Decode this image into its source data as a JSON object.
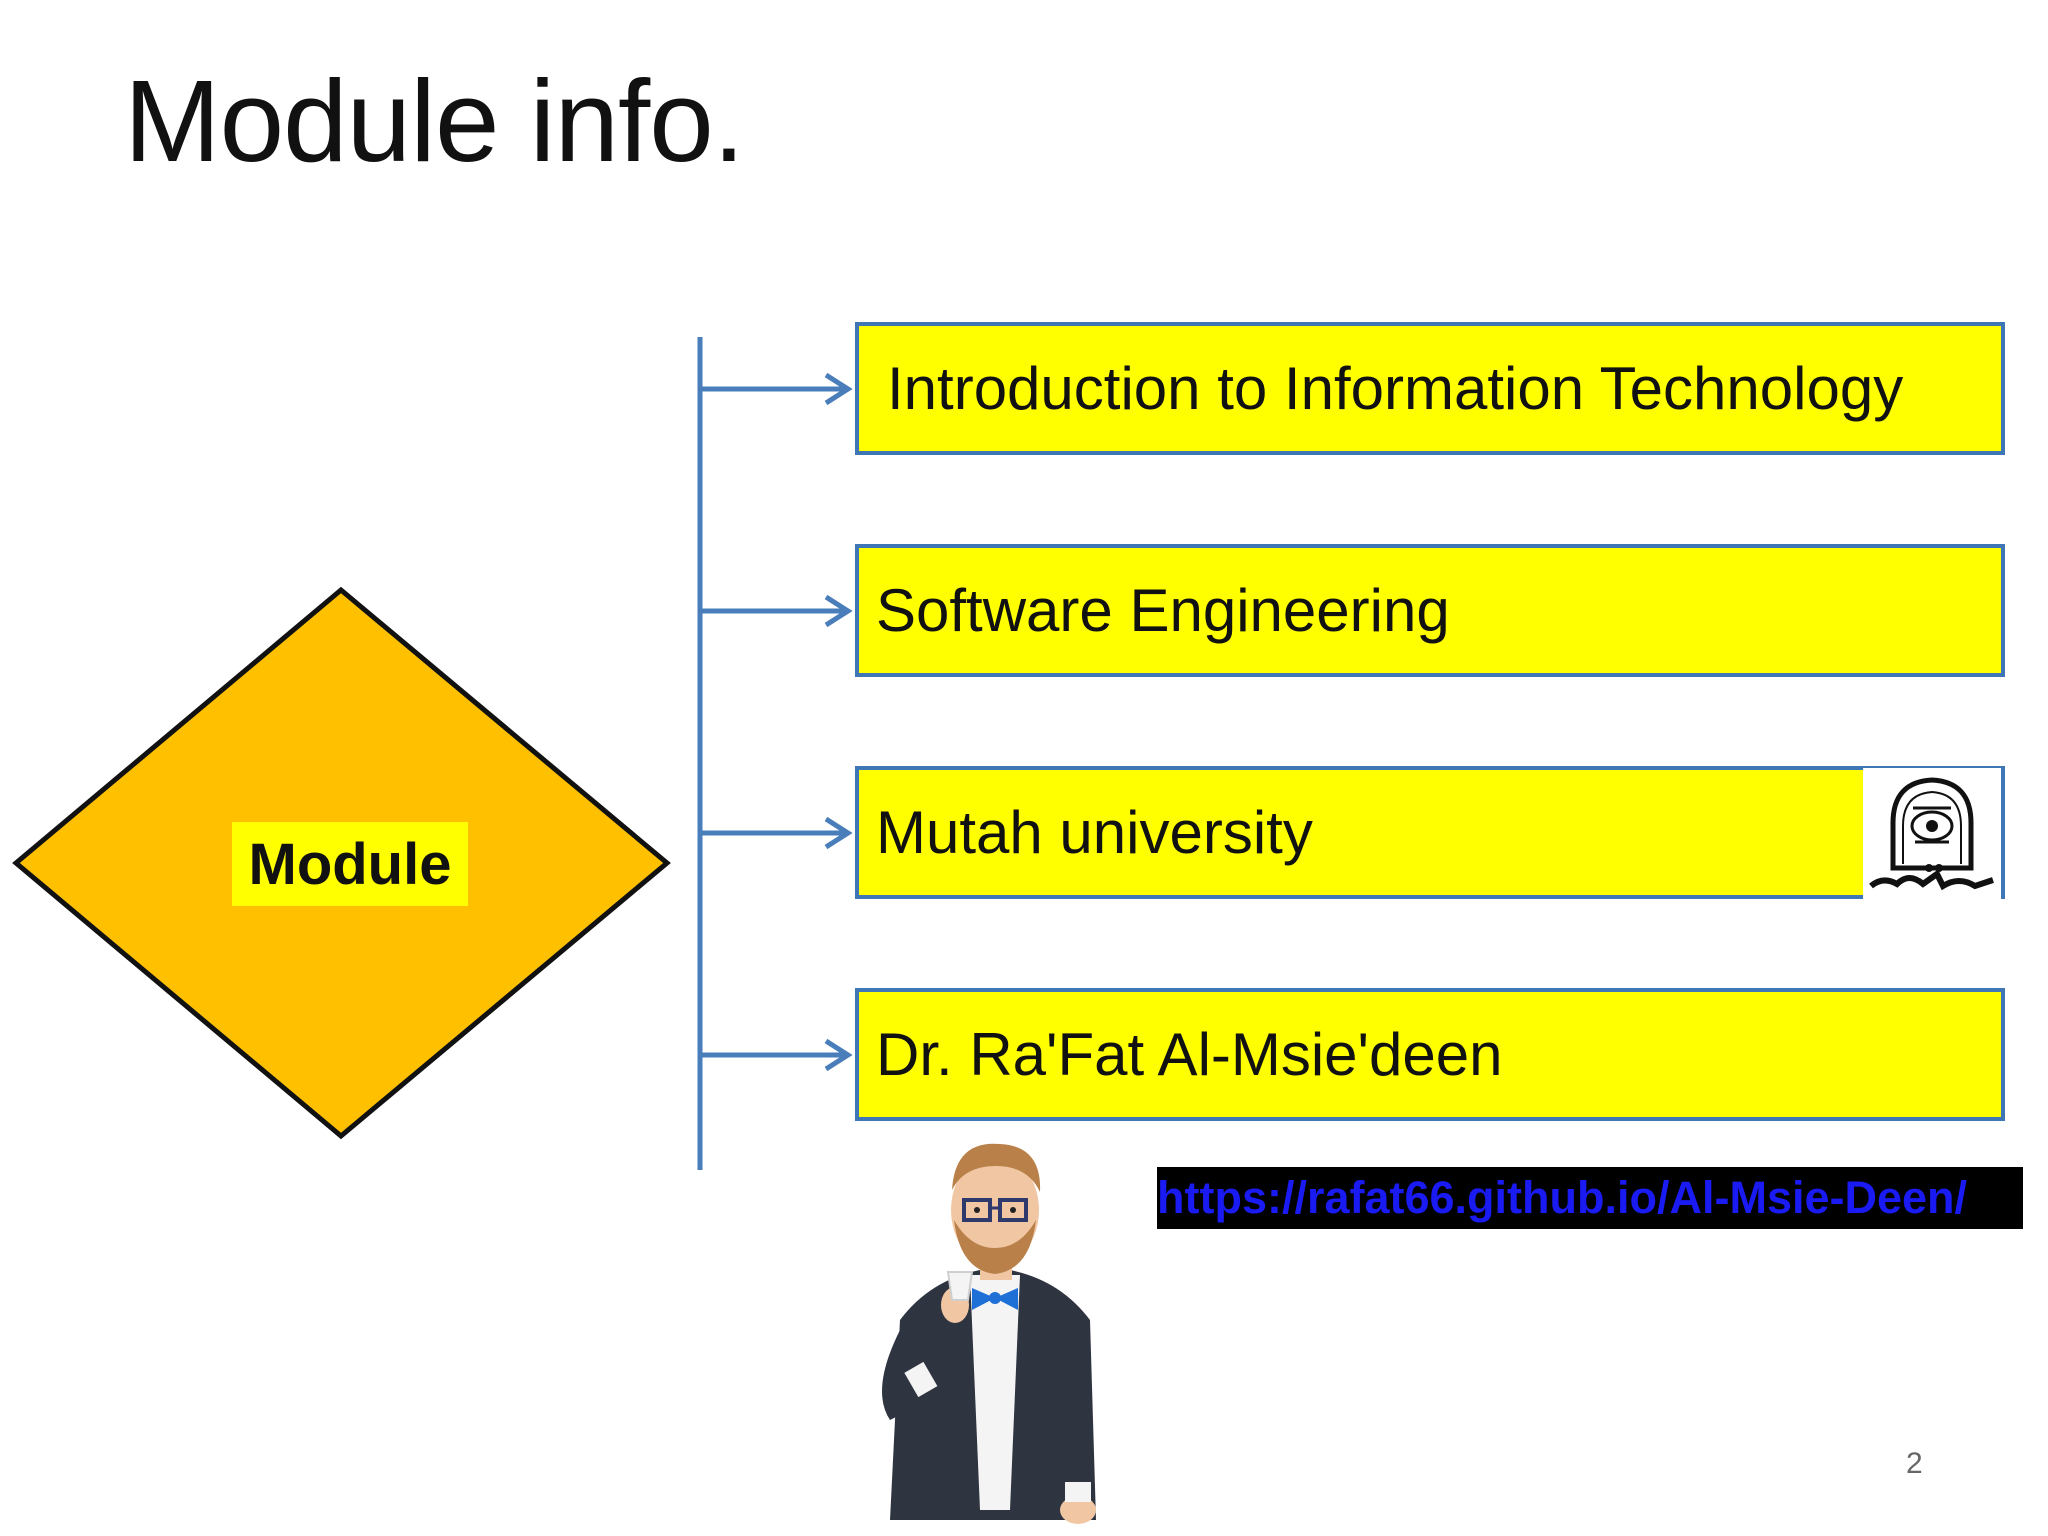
{
  "slide": {
    "title": "Module info.",
    "page_number": "2"
  },
  "diagram": {
    "root": {
      "label": "Module",
      "fill": "#ffc000"
    },
    "items": [
      {
        "label": "Introduction to Information Technology"
      },
      {
        "label": "Software Engineering"
      },
      {
        "label": "Mutah university",
        "icon": "university-seal-logo"
      },
      {
        "label": "Dr. Ra'Fat Al-Msie'deen"
      }
    ],
    "box_fill": "#ffff00",
    "box_border": "#3e76b6",
    "connector_color": "#4a7ebb"
  },
  "footer": {
    "url": "https://rafat66.github.io/Al-Msie-Deen/",
    "avatar": "presenter-cartoon-icon"
  }
}
